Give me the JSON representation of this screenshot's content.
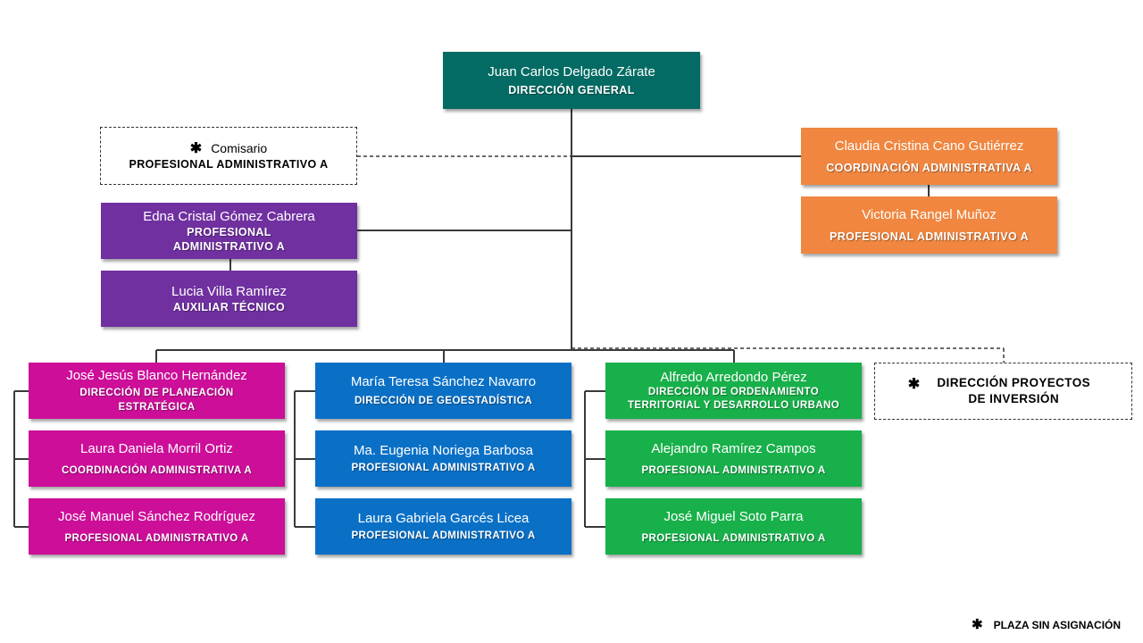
{
  "director": {
    "name": "Juan Carlos Delgado Zárate",
    "role": "DIRECCIÓN GENERAL"
  },
  "comisario": {
    "marker": "✱",
    "name": "Comisario",
    "role": "PROFESIONAL ADMINISTRATIVO A"
  },
  "coord_admin": {
    "name": "Claudia Cristina Cano Gutiérrez",
    "role": "COORDINACIÓN  ADMINISTRATIVA A"
  },
  "coord_staff": {
    "name": "Victoria Rangel Muñoz",
    "role": "PROFESIONAL ADMINISTRATIVO A"
  },
  "purple_1": {
    "name": "Edna Cristal Gómez Cabrera",
    "role": "PROFESIONAL ADMINISTRATIVO A"
  },
  "purple_2": {
    "name": "Lucia Villa Ramírez",
    "role": "AUXILIAR  TÉCNICO"
  },
  "planeacion": [
    {
      "name": "José Jesús Blanco Hernández",
      "role": "DIRECCIÓN  DE  PLANEACIÓN ESTRATÉGICA"
    },
    {
      "name": "Laura Daniela Morril Ortiz",
      "role": "COORDINACIÓN  ADMINISTRATIVA  A"
    },
    {
      "name": "José Manuel Sánchez Rodríguez",
      "role": "PROFESIONAL  ADMINISTRATIVO  A"
    }
  ],
  "geoestadistica": [
    {
      "name": "María Teresa Sánchez Navarro",
      "role": "DIRECCIÓN   DE  GEOESTADÍSTICA"
    },
    {
      "name": "Ma. Eugenia Noriega Barbosa",
      "role": "PROFESIONAL  ADMINISTRATIVO  A"
    },
    {
      "name": "Laura Gabriela Garcés Licea",
      "role": "PROFESIONAL  ADMINISTRATIVO  A"
    }
  ],
  "ordenamiento": [
    {
      "name": "Alfredo Arredondo Pérez",
      "role": "DIRECCIÓN   DE  ORDENAMIENTO TERRITORIAL  Y  DESARROLLO  URBANO"
    },
    {
      "name": "Alejandro Ramírez Campos",
      "role": "PROFESIONAL  ADMINISTRATIVO  A"
    },
    {
      "name": "José Miguel Soto Parra",
      "role": "PROFESIONAL  ADMINISTRATIVO  A"
    }
  ],
  "proyectos": {
    "marker": "✱",
    "role": "DIRECCIÓN PROYECTOS DE INVERSIÓN"
  },
  "legend": {
    "marker": "✱",
    "label": "PLAZA SIN ASIGNACIÓN"
  }
}
